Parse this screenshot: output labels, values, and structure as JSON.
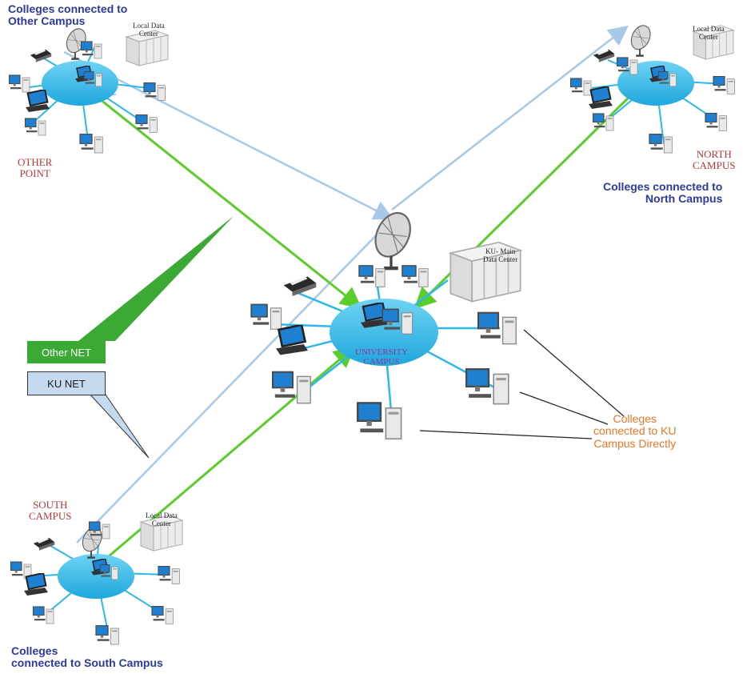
{
  "campuses": {
    "other": {
      "caption_line1": "Colleges connected to",
      "caption_line2": "Other Campus",
      "point_line1": "OTHER",
      "point_line2": "POINT",
      "dc_line1": "Local Data",
      "dc_line2": "Center"
    },
    "north": {
      "caption_line1": "Colleges connected to",
      "caption_line2": "North Campus",
      "point_line1": "NORTH",
      "point_line2": "CAMPUS",
      "dc_line1": "Local Data",
      "dc_line2": "Center"
    },
    "south": {
      "caption_line1": "Colleges",
      "caption_line2": "connected to South Campus",
      "point_line1": "SOUTH",
      "point_line2": "CAMPUS",
      "dc_line1": "Local Data",
      "dc_line2": "Center"
    },
    "main": {
      "hub_line1": "UNIVERSITY",
      "hub_line2": "CAMPUS",
      "dc_line1": "KU- Main",
      "dc_line2": "Data Center"
    }
  },
  "direct": {
    "line1": "Colleges",
    "line2": "connected to KU",
    "line3": "Campus Directly"
  },
  "legend": {
    "other_net": "Other NET",
    "ku_net": "KU NET"
  },
  "colors": {
    "hub": "#2db8e8",
    "ku_net_link": "#a8c8e8",
    "other_net_link": "#5ccc2c",
    "caption_blue": "#2b3a9c",
    "campus_red": "#b03a3a",
    "orange": "#e8772b",
    "legend_green": "#3aaa35",
    "legend_blue_fill": "#c5d9ef"
  }
}
